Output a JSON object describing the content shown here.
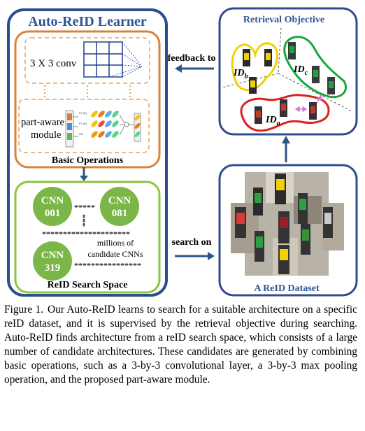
{
  "learner": {
    "title": "Auto-ReID Learner",
    "conv_label": "3 X 3 conv",
    "part_aware_label_1": "part-aware",
    "part_aware_label_2": "module",
    "basic_ops_title": "Basic Operations",
    "search_space_title": "ReID Search Space",
    "candidates_1": "millions of",
    "candidates_2": "candidate CNNs",
    "cnn_nodes": [
      {
        "line1": "CNN",
        "line2": "001"
      },
      {
        "line1": "CNN",
        "line2": "081"
      },
      {
        "line1": "CNN",
        "line2": "319"
      }
    ],
    "module_tags": [
      "FC (K)",
      "FC (K)",
      "CR"
    ]
  },
  "feedback_label": "feedback to",
  "search_label": "search on",
  "retrieval": {
    "title": "Retrieval Objective",
    "id_b": "ID",
    "id_b_sub": "b",
    "id_c": "ID",
    "id_c_sub": "c",
    "id_a": "ID",
    "id_a_sub": "a"
  },
  "dataset": {
    "title": "A ReID Dataset"
  },
  "colors": {
    "blue_frame": "#2e4d8f",
    "orange": "#d9823b",
    "green": "#8cc63f",
    "cnn_fill": "#7ab648",
    "title_blue": "#2f5597",
    "yellow": "#f2d100",
    "red": "#e02020",
    "green_id": "#1aa63f",
    "arrow": "#2e5588"
  },
  "caption": {
    "label": "Figure 1.",
    "text": "Our Auto-ReID learns to search for a suitable architecture on a specific reID dataset, and it is supervised by the retrieval objective during searching. Auto-ReID finds architecture from a reID search space, which consists of a large number of candidate architectures. These candidates are generated by combining basic operations, such as a 3-by-3 convolutional layer, a 3-by-3 max pooling operation, and the proposed part-aware module."
  }
}
